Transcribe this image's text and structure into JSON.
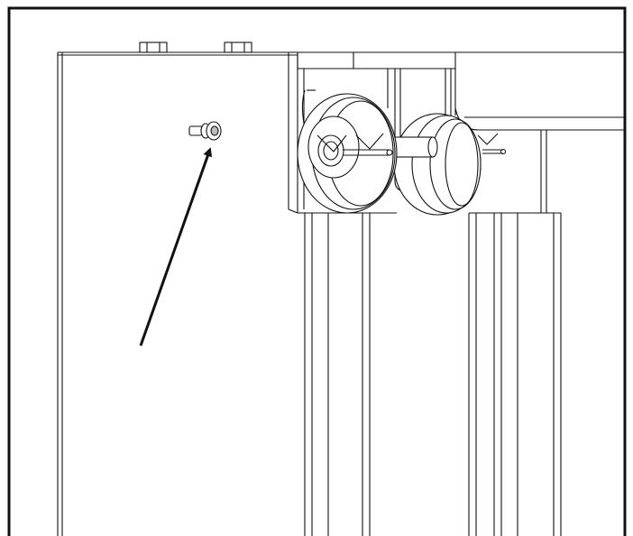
{
  "figure": {
    "kind": "technical line drawing",
    "background_color": "#ffffff",
    "line_color": "#1a1a1a",
    "components": [
      "frame-border",
      "side-panel",
      "top-nuts",
      "pulley-bracket",
      "front-pulley",
      "rear-pulley",
      "pulley-axle",
      "hitch-pins",
      "pulley-guard",
      "left-upright",
      "right-upright",
      "fastener-bolt",
      "pointer-arrow"
    ]
  }
}
